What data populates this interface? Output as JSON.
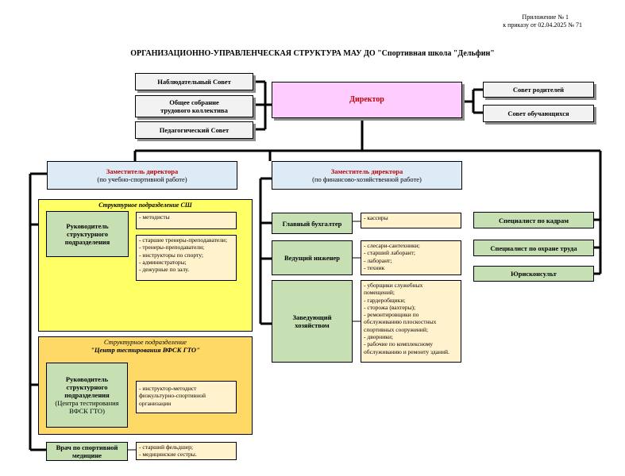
{
  "appendix": {
    "line1": "Приложение № 1",
    "line2": "к приказу от 02.04.2025 № 71"
  },
  "title": "ОРГАНИЗАЦИОННО-УПРАВЛЕНЧЕСКАЯ СТРУКТУРА МАУ ДО \"Спортивная школа \"Дельфин\"",
  "left_councils": {
    "supervisory": "Наблюдательный Совет",
    "general_meeting_line1": "Общее собрание",
    "general_meeting_line2": "трудового коллектива",
    "pedagogical": "Педагогический Совет"
  },
  "director": "Директор",
  "right_councils": {
    "parents": "Совет родителей",
    "students": "Совет обучающихся"
  },
  "deputy_sport": {
    "title": "Заместитель директора",
    "subtitle": "(по учебно-спортивной работе)"
  },
  "deputy_finance": {
    "title": "Заместитель директора",
    "subtitle": "(по финансово-хозяйственной работе)"
  },
  "ssh_unit": {
    "caption": "Структурное подразделение СШ",
    "head_line1": "Руководитель",
    "head_line2": "структурного",
    "head_line3": "подразделения",
    "methodists": "- методисты",
    "staff": [
      "- старшие тренеры-преподаватели;",
      "- тренеры-преподаватели;",
      "- инструкторы по спорту;",
      "- администраторы;",
      "- дежурные по залу."
    ]
  },
  "gto_unit": {
    "caption_line1": "Структурное подразделение",
    "caption_line2": "\"Центр тестирования ВФСК ГТО\"",
    "head_line1": "Руководитель",
    "head_line2": "структурного",
    "head_line3": "подразделения",
    "head_line4": "(Центра тестирования",
    "head_line5": "ВФСК ГТО)",
    "staff": [
      "- инструктор-методист",
      "физкультурно-спортивной",
      "организации"
    ]
  },
  "doctor": {
    "line1": "Врач по спортивной",
    "line2": "медицине",
    "staff": [
      "- старший фельдшер;",
      "- медицинские сестры."
    ]
  },
  "chief_accountant": {
    "label": "Главный бухгалтер",
    "staff": "- кассиры"
  },
  "lead_engineer": {
    "label": "Ведущий инженер",
    "staff": [
      "- слесари-сантехники;",
      "- старший лаборант;",
      "- лаборант;",
      "- техник"
    ]
  },
  "facility_manager": {
    "line1": "Заведующий",
    "line2": "хозяйством",
    "staff": [
      "- уборщики служебных",
      "помещений;",
      "- гардеробщики;",
      "- сторожа (вахтеры);",
      "- ремонтировщики по",
      "обслуживанию плоскостных",
      "спортивных  сооружений;",
      "- дворники;",
      "- рабочие по комплексному",
      "обслуживанию и ремонту зданий."
    ]
  },
  "specialists": {
    "hr": "Специалист по кадрам",
    "labor_safety": "Специалист по охране труда",
    "lawyer": "Юрисконсульт"
  },
  "colors": {
    "director_fill": "#ffccff",
    "deputy_fill": "#ddebf7",
    "unit_yellow": "#ffff66",
    "unit_orange": "#ffd966",
    "head_green": "#c6e0b4",
    "list_cream": "#fff2cc",
    "council_gray": "#f2f2f2",
    "accent_red": "#c00000"
  }
}
